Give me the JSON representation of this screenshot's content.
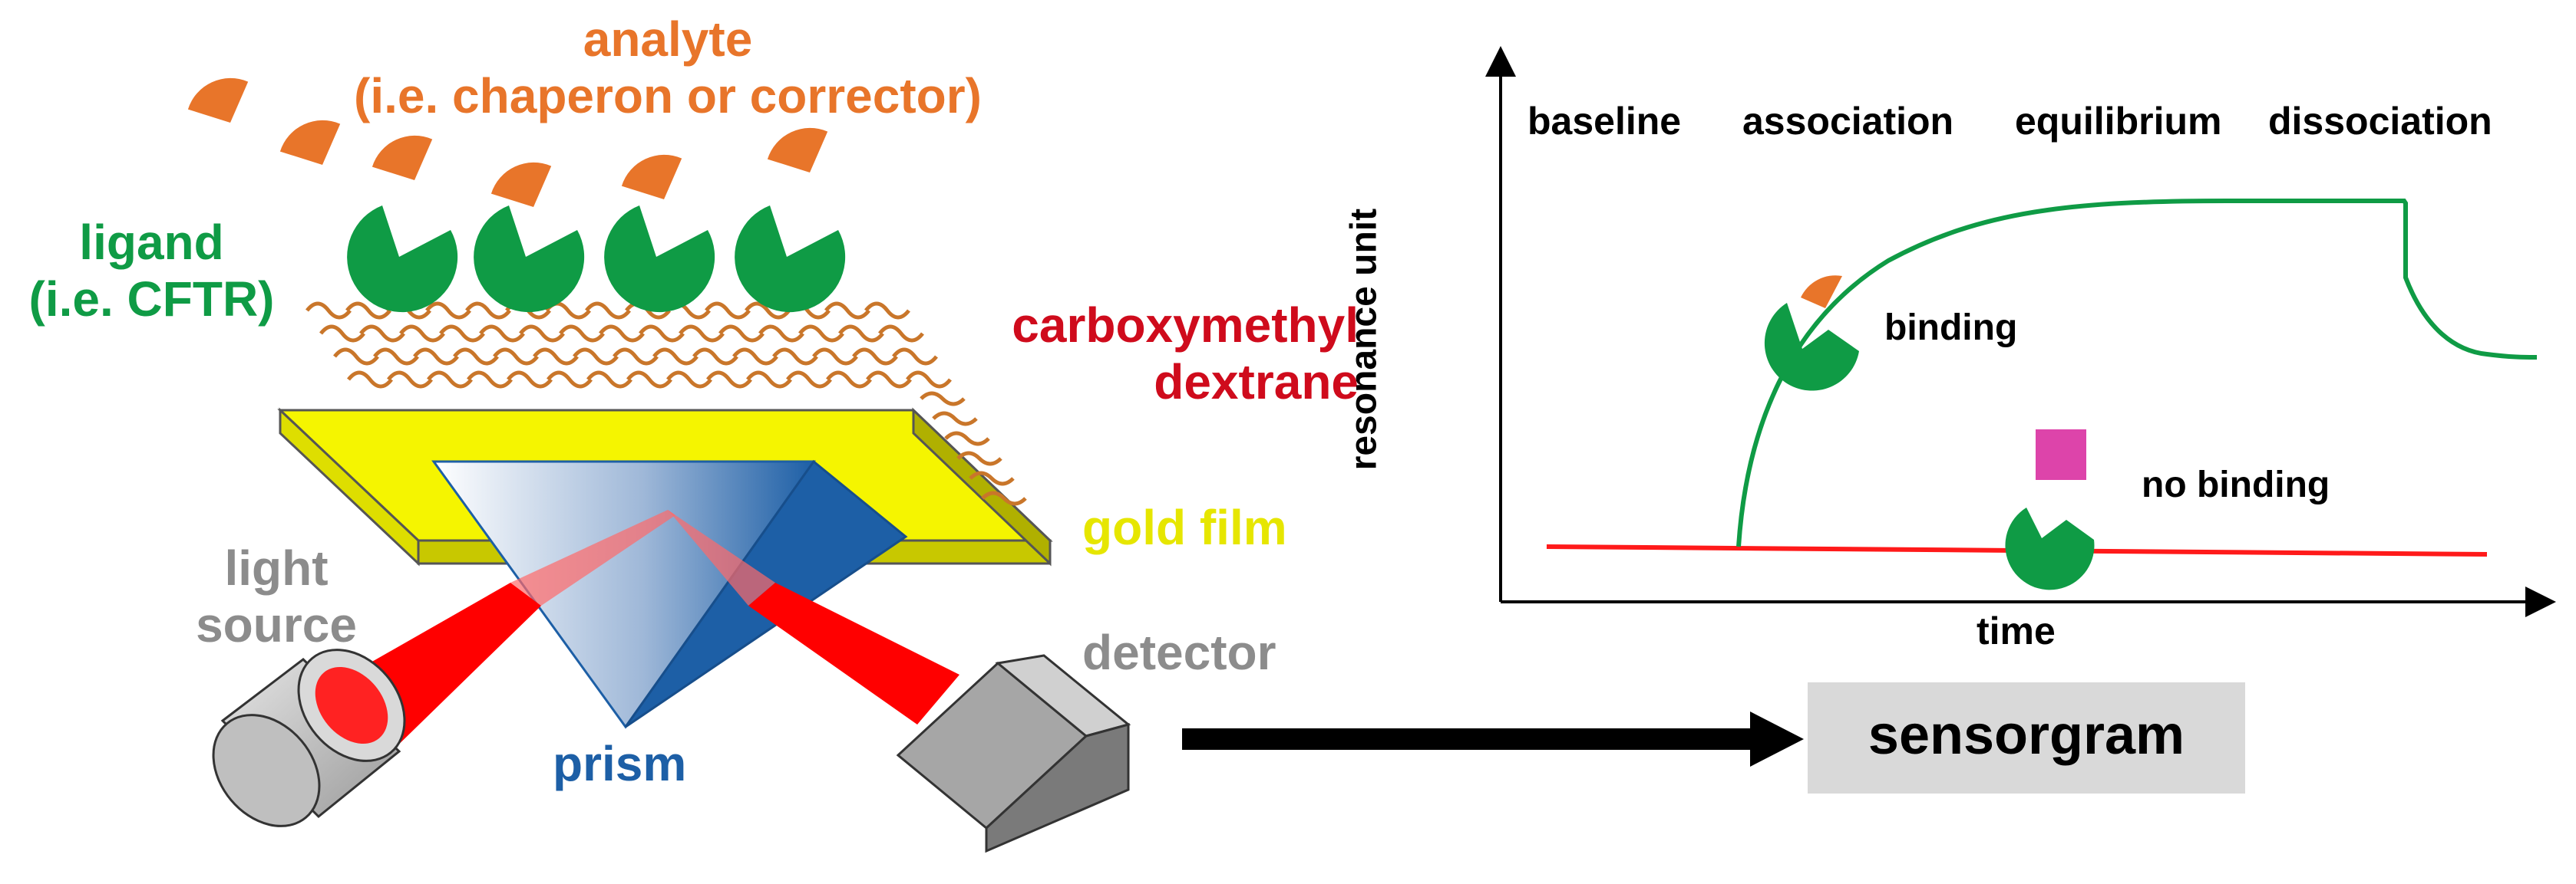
{
  "colors": {
    "orange": "#e8752a",
    "green": "#0f9b45",
    "red": "#cf0b1c",
    "gold": "#f5f500",
    "grey": "#8c8c8c",
    "blue": "#1d5fa6",
    "black": "#000000",
    "beam": "#ff0000",
    "magenta": "#dd44aa",
    "dextran": "#c9762a",
    "box": "#d9d9d9"
  },
  "icons": {
    "analyte": "orange-wedge-icon",
    "ligand": "green-receptor-icon",
    "non_binder": "magenta-square-icon",
    "light_source": "cylinder-light-source-icon",
    "detector": "cube-detector-icon",
    "prism": "triangular-prism-icon",
    "arrow": "right-arrow-icon"
  },
  "setup": {
    "analyte_label": [
      "analyte",
      "(i.e. chaperon or corrector)"
    ],
    "ligand_label": [
      "ligand",
      "(i.e. CFTR)"
    ],
    "dextrane_label": [
      "carboxymethyl",
      "dextrane"
    ],
    "gold_label": "gold film",
    "light_label": [
      "light",
      "source"
    ],
    "detector_label": "detector",
    "prism_label": "prism",
    "output_label": "sensorgram"
  },
  "sensorgram": {
    "phases": [
      "baseline",
      "association",
      "equilibrium",
      "dissociation"
    ],
    "ylabel": "resonance unit",
    "xlabel": "time",
    "binding_label": "binding",
    "no_binding_label": "no binding"
  }
}
